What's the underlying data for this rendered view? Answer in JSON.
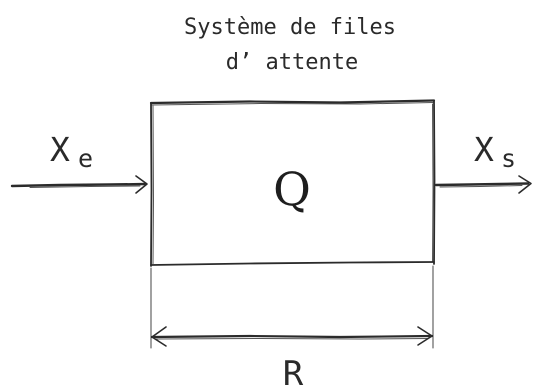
{
  "diagram": {
    "title_line1": "Système de files",
    "title_line2": "d’ attente",
    "input_symbol": "X",
    "input_subscript": "e",
    "output_symbol": "X",
    "output_subscript": "s",
    "box_label": "Q",
    "dimension_label": "R"
  }
}
